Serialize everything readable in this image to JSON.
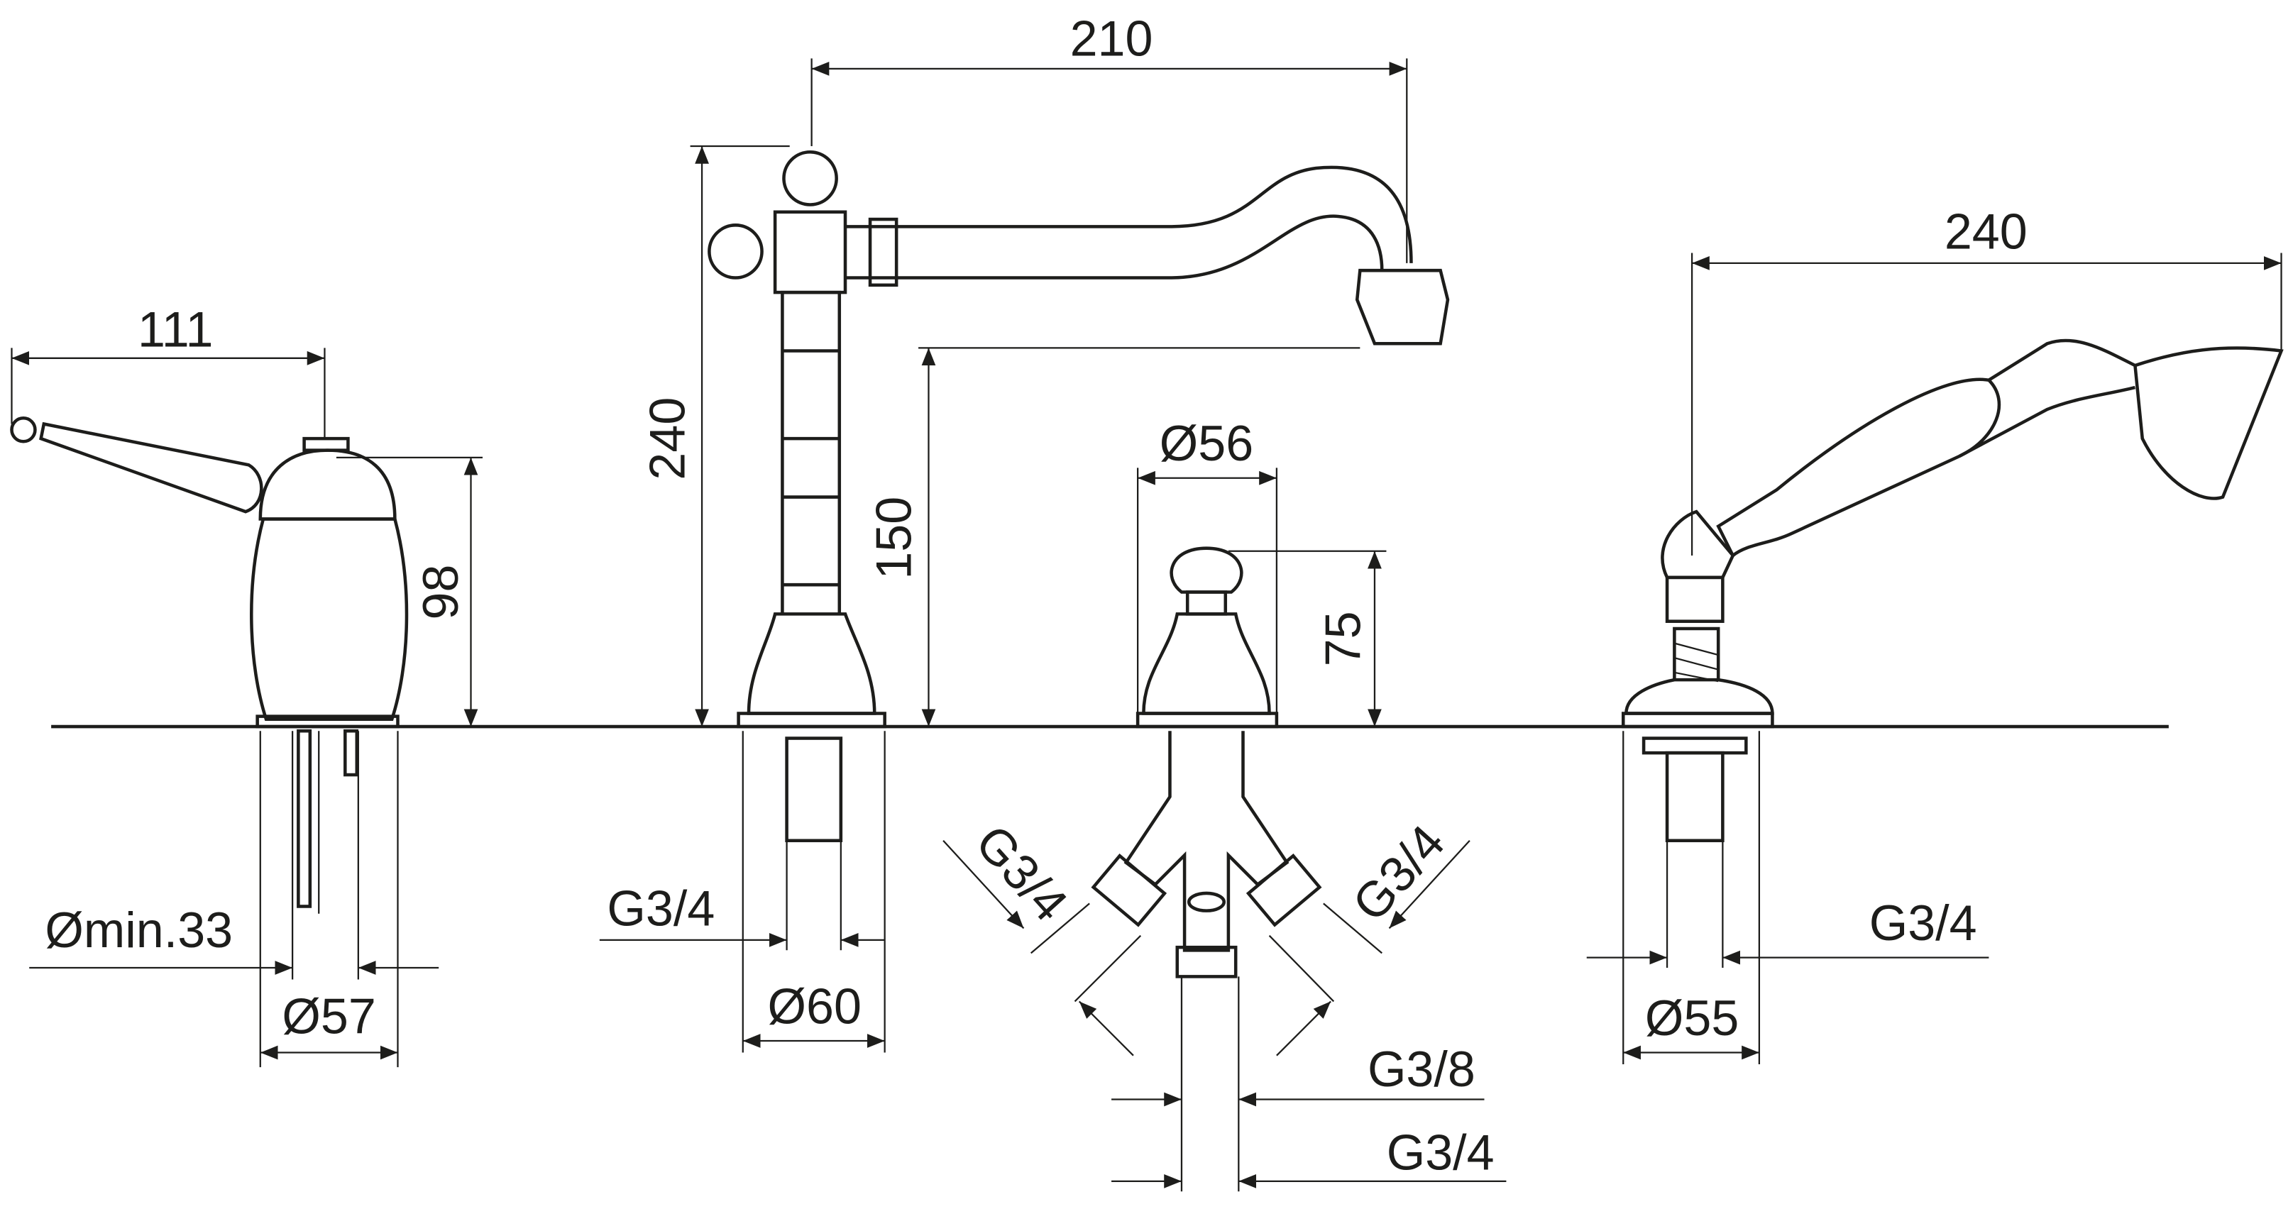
{
  "colors": {
    "line": "#1d1d1b",
    "background": "#ffffff"
  },
  "lever_mixer": {
    "width": "111",
    "height": "98",
    "hole_min": "Ømin.33",
    "base_diameter": "Ø57"
  },
  "spout": {
    "reach": "210",
    "height": "240",
    "outlet_height": "150",
    "connection": "G3/4",
    "base_diameter": "Ø60"
  },
  "diverter": {
    "top_diameter": "Ø56",
    "height": "75",
    "connection_left": "G3/4",
    "connection_right": "G3/4",
    "connection_small": "G3/8",
    "connection_bottom": "G3/4"
  },
  "hand_shower": {
    "length": "240",
    "base_diameter": "Ø55",
    "connection": "G3/4"
  }
}
